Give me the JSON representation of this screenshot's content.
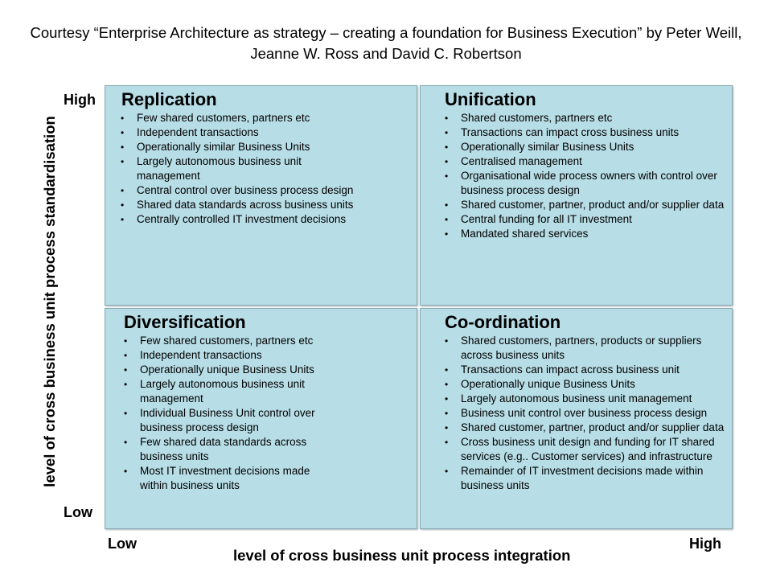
{
  "caption": {
    "line1": "Courtesy “Enterprise Architecture as strategy – creating a foundation for Business Execution” by Peter Weill,",
    "line2": "Jeanne W. Ross and David C. Robertson"
  },
  "axes": {
    "y_title": "level of cross business unit process standardisation",
    "x_title": "level of cross business unit process integration",
    "y_high": "High",
    "y_low": "Low",
    "x_low": "Low",
    "x_high": "High"
  },
  "quadrants": {
    "replication": {
      "title": "Replication",
      "items": [
        "Few shared customers, partners etc",
        "Independent transactions",
        "Operationally similar Business Units",
        "Largely autonomous business unit management",
        "Central control over business process design",
        "Shared data standards across business units",
        "Centrally controlled IT investment decisions"
      ]
    },
    "unification": {
      "title": "Unification",
      "items": [
        "Shared customers, partners etc",
        "Transactions can impact cross business units",
        "Operationally similar Business Units",
        "Centralised management",
        "Organisational wide process owners with control over business process design",
        "Shared customer, partner, product and/or supplier data",
        "Central funding for all IT investment",
        "Mandated shared services"
      ]
    },
    "diversification": {
      "title": "Diversification",
      "items": [
        "Few shared customers, partners etc",
        "Independent transactions",
        "Operationally unique Business Units",
        "Largely autonomous business unit management",
        "Individual Business Unit control over business process design",
        "Few shared data standards across business units",
        "Most IT investment decisions made within business units"
      ]
    },
    "coordination": {
      "title": "Co-ordination",
      "items": [
        "Shared customers, partners, products or suppliers across business units",
        "Transactions can impact across business unit",
        "Operationally unique Business Units",
        "Largely autonomous business unit management",
        "Business unit control over business process design",
        "Shared customer, partner, product and/or supplier data",
        "Cross business unit design and funding for IT shared services (e.g.. Customer services) and infrastructure",
        "Remainder of IT investment decisions made within business units"
      ]
    }
  }
}
